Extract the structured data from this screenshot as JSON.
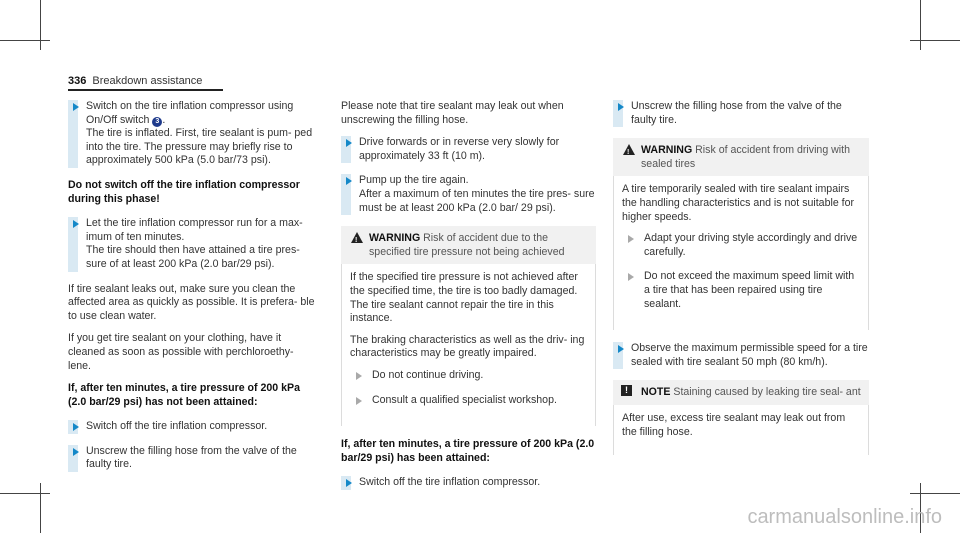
{
  "header": {
    "page_number": "336",
    "section": "Breakdown assistance"
  },
  "col1": {
    "step1": {
      "text_a": "Switch on the tire inflation compressor using On/Off switch",
      "badge": "3",
      "text_b": ".",
      "text_c": "The tire is inflated. First, tire sealant is pum- ped into the tire. The pressure may briefly rise to approximately 500 kPa (5.0 bar/73 psi)."
    },
    "heading1": "Do not switch off the tire inflation compressor during this phase!",
    "step2": {
      "text_a": "Let the tire inflation compressor run for a max- imum of ten minutes.",
      "text_b": "The tire should then have attained a tire pres- sure of at least 200 kPa (2.0 bar/29 psi)."
    },
    "para1": "If tire sealant leaks out, make sure you clean the affected area as quickly as possible. It is prefera- ble to use clean water.",
    "para2": "If you get tire sealant on your clothing, have it cleaned as soon as possible with perchloroethy- lene.",
    "heading2": "If, after ten minutes, a tire pressure of 200 kPa (2.0 bar/29 psi) has not been attained:",
    "step3": "Switch off the tire inflation compressor.",
    "step4": "Unscrew the filling hose from the valve of the faulty tire."
  },
  "col2": {
    "para1": "Please note that tire sealant may leak out when unscrewing the filling hose.",
    "step1": "Drive forwards or in reverse very slowly for approximately 33 ft (10 m).",
    "step2": {
      "text_a": "Pump up the tire again.",
      "text_b": "After a maximum of ten minutes the tire pres- sure must be at least 200 kPa (2.0 bar/ 29 psi)."
    },
    "warning": {
      "label": "WARNING",
      "title": "Risk of accident due to the specified tire pressure not being achieved",
      "body1": "If the specified tire pressure is not achieved after the specified time, the tire is too badly damaged. The tire sealant cannot repair the tire in this instance.",
      "body2": "The braking characteristics as well as the driv- ing characteristics may be greatly impaired.",
      "step1": "Do not continue driving.",
      "step2": "Consult a qualified specialist workshop."
    },
    "heading": "If, after ten minutes, a tire pressure of 200 kPa (2.0 bar/29 psi) has been attained:",
    "step3": "Switch off the tire inflation compressor."
  },
  "col3": {
    "step1": "Unscrew the filling hose from the valve of the faulty tire.",
    "warning": {
      "label": "WARNING",
      "title": "Risk of accident from driving with sealed tires",
      "body1": "A tire temporarily sealed with tire sealant impairs the handling characteristics and is not suitable for higher speeds.",
      "step1": "Adapt your driving style accordingly and drive carefully.",
      "step2": "Do not exceed the maximum speed limit with a tire that has been repaired using tire sealant."
    },
    "step2": "Observe the maximum permissible speed for a tire sealed with tire sealant 50 mph (80 km/h).",
    "note": {
      "icon": "!",
      "label": "NOTE",
      "title": "Staining caused by leaking tire seal- ant",
      "body1": "After use, excess tire sealant may leak out from the filling hose."
    }
  },
  "watermark": "carmanualsonline.info",
  "icons": {
    "step": "arrow-right-icon",
    "warning": "warning-triangle-icon",
    "note": "note-icon"
  }
}
